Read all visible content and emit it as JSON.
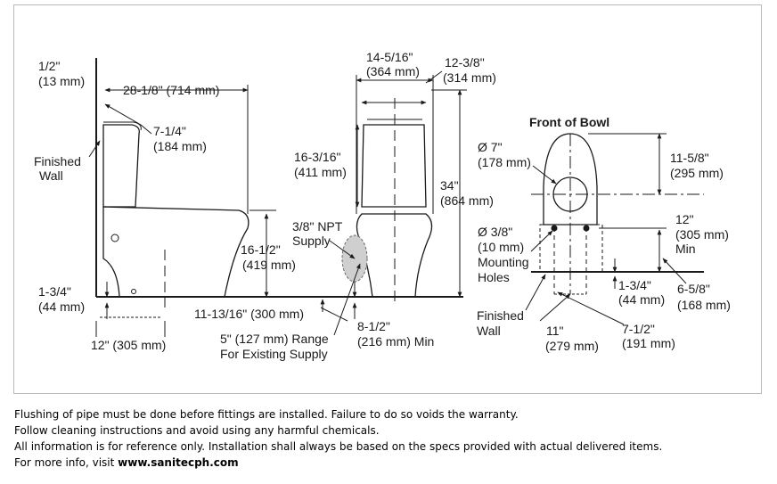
{
  "dimensions": {
    "half_in": "1/2\"",
    "half_in_mm": "(13 mm)",
    "width_28": "28-1/8\" (714 mm)",
    "tank_7_1_4": "7-1/4\"",
    "tank_7_1_4_mm": "(184 mm)",
    "finished_wall_left_1": "Finished",
    "finished_wall_left_2": "Wall",
    "height_16_3_16": "16-3/16\"",
    "height_16_3_16_mm": "(411 mm)",
    "npt_1": "3/8\" NPT",
    "npt_2": "Supply",
    "height_16_1_2": "16-1/2\"",
    "height_16_1_2_mm": "(419 mm)",
    "height_1_3_4": "1-3/4\"",
    "height_1_3_4_mm": "(44 mm)",
    "dist_11_13_16": "11-13/16\" (300 mm)",
    "rough_12": "12\" (305 mm)",
    "range_5_1": "5\" (127 mm) Range",
    "range_5_2": "For Existing Supply",
    "width_14_5_16": "14-5/16\"",
    "width_14_5_16_mm": "(364 mm)",
    "width_12_3_8": "12-3/8\"",
    "width_12_3_8_mm": "(314 mm)",
    "height_34": "34\"",
    "height_34_mm": "(864 mm)",
    "min_8_1_2": "8-1/2\"",
    "min_8_1_2_mm": "(216 mm) Min",
    "front_of_bowl": "Front of Bowl",
    "dia_7": "Ø 7\"",
    "dia_7_mm": "(178 mm)",
    "dim_11_5_8": "11-5/8\"",
    "dim_11_5_8_mm": "(295 mm)",
    "dim_12_min_1": "12\"",
    "dim_12_min_2": "(305 mm)",
    "dim_12_min_3": "Min",
    "dia_3_8": "Ø 3/8\"",
    "dia_3_8_mm": "(10 mm)",
    "mounting_1": "Mounting",
    "mounting_2": "Holes",
    "finished_wall_right_1": "Finished",
    "finished_wall_right_2": "Wall",
    "right_1_3_4": "1-3/4\"",
    "right_1_3_4_mm": "(44 mm)",
    "right_6_5_8": "6-5/8\"",
    "right_6_5_8_mm": "(168 mm)",
    "right_11": "11\"",
    "right_11_mm": "(279 mm)",
    "right_7_1_2": "7-1/2\"",
    "right_7_1_2_mm": "(191 mm)"
  },
  "notes": {
    "line1": "Flushing of pipe must be done before fittings are installed. Failure to do so voids the warranty.",
    "line2": "Follow cleaning instructions and avoid using any harmful chemicals.",
    "line3": "All information is for reference only. Installation shall always be based on the specs provided with actual delivered items.",
    "line4_prefix": "For more info, visit ",
    "line4_link": "www.sanitecph.com"
  }
}
